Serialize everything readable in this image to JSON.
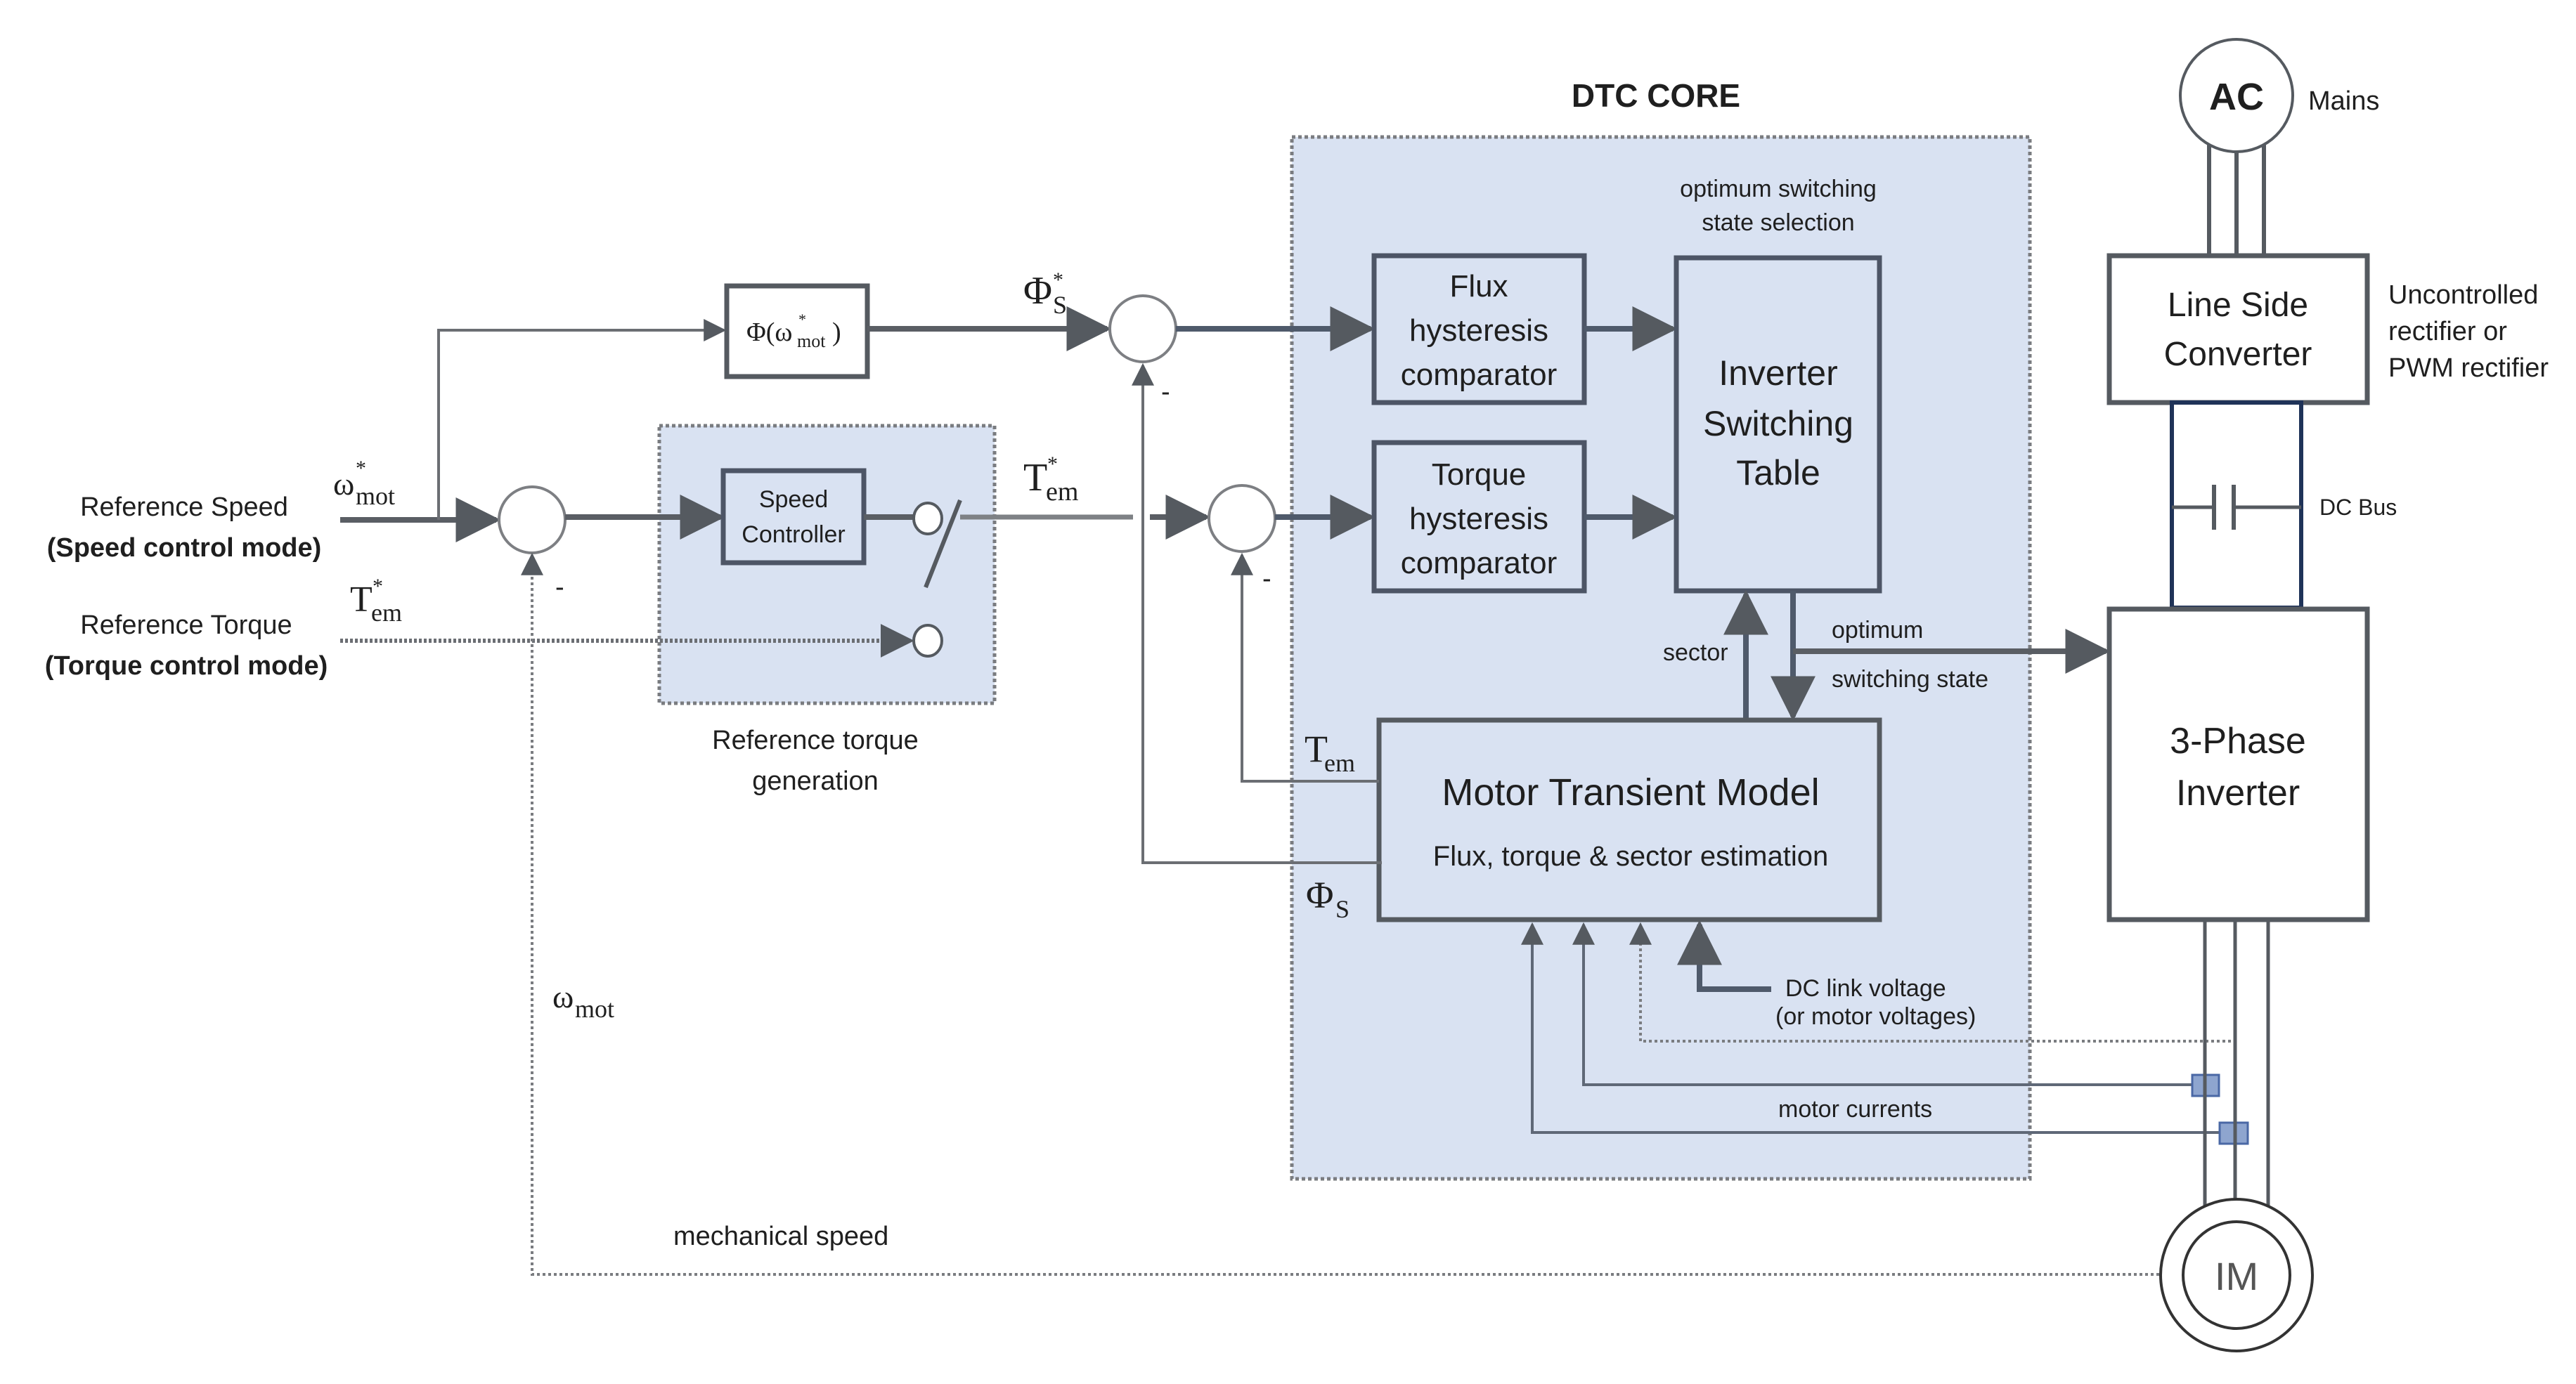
{
  "title": "DTC CORE",
  "inputs": {
    "ref_speed_line1": "Reference Speed",
    "ref_speed_line2": "(Speed control mode)",
    "ref_torque_line1": "Reference Torque",
    "ref_torque_line2": "(Torque control mode)"
  },
  "symbols": {
    "omega": "ω",
    "omega_mot_ref_sub": "mot",
    "star": "*",
    "T": "T",
    "em_sub": "em",
    "Phi": "Φ",
    "S_sub": "S",
    "minus": "-",
    "omega_mot_sub": "mot"
  },
  "blocks": {
    "flux_function": {
      "prefix": "Φ(ω",
      "sub": "mot",
      "suffix": ")"
    },
    "speed_controller": [
      "Speed",
      "Controller"
    ],
    "reference_torque_generation": [
      "Reference torque",
      "generation"
    ],
    "flux_comparator": [
      "Flux",
      "hysteresis",
      "comparator"
    ],
    "torque_comparator": [
      "Torque",
      "hysteresis",
      "comparator"
    ],
    "switching_table": [
      "Inverter",
      "Switching",
      "Table"
    ],
    "switching_table_caption": [
      "optimum switching",
      "state selection"
    ],
    "motor_model_title": "Motor Transient Model",
    "motor_model_subtitle": "Flux, torque & sector estimation",
    "line_side_converter": [
      "Line Side",
      "Converter"
    ],
    "line_side_note": [
      "Uncontrolled",
      "rectifier or",
      "PWM rectifier"
    ],
    "inverter": [
      "3-Phase",
      "Inverter"
    ],
    "ac_source": "AC",
    "mains": "Mains",
    "dc_bus": "DC Bus",
    "motor": "IM"
  },
  "signals": {
    "sector": "sector",
    "optimum": "optimum",
    "switching_state": "switching state",
    "dc_link_voltage": "DC link voltage",
    "or_motor_voltages": "(or motor voltages)",
    "motor_currents": "motor currents",
    "mechanical_speed": "mechanical speed"
  },
  "colors": {
    "core_fill": "#d9e2f2",
    "sensor_fill": "#8ea5cf",
    "dc_bus_border": "#1f3358"
  }
}
